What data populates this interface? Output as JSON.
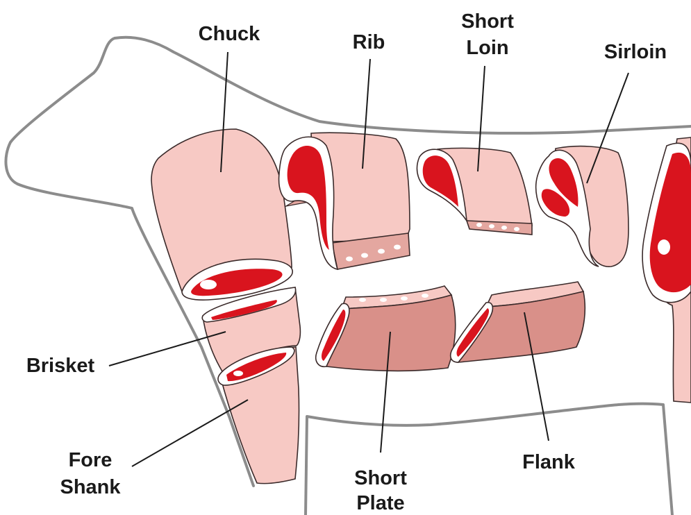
{
  "colors": {
    "outline": "#8c8c8c",
    "meat_light": "#f7c9c4",
    "meat_mid": "#e4a7a0",
    "meat_dark": "#d99089",
    "lean_red": "#d9141e",
    "fat_white": "#ffffff",
    "stroke_dark": "#3a2a2a",
    "label_text": "#1a1a1a"
  },
  "labels": {
    "chuck": "Chuck",
    "rib": "Rib",
    "short_loin_1": "Short",
    "short_loin_2": "Loin",
    "sirloin": "Sirloin",
    "brisket": "Brisket",
    "fore_shank_1": "Fore",
    "fore_shank_2": "Shank",
    "short_plate_1": "Short",
    "short_plate_2": "Plate",
    "flank": "Flank"
  }
}
